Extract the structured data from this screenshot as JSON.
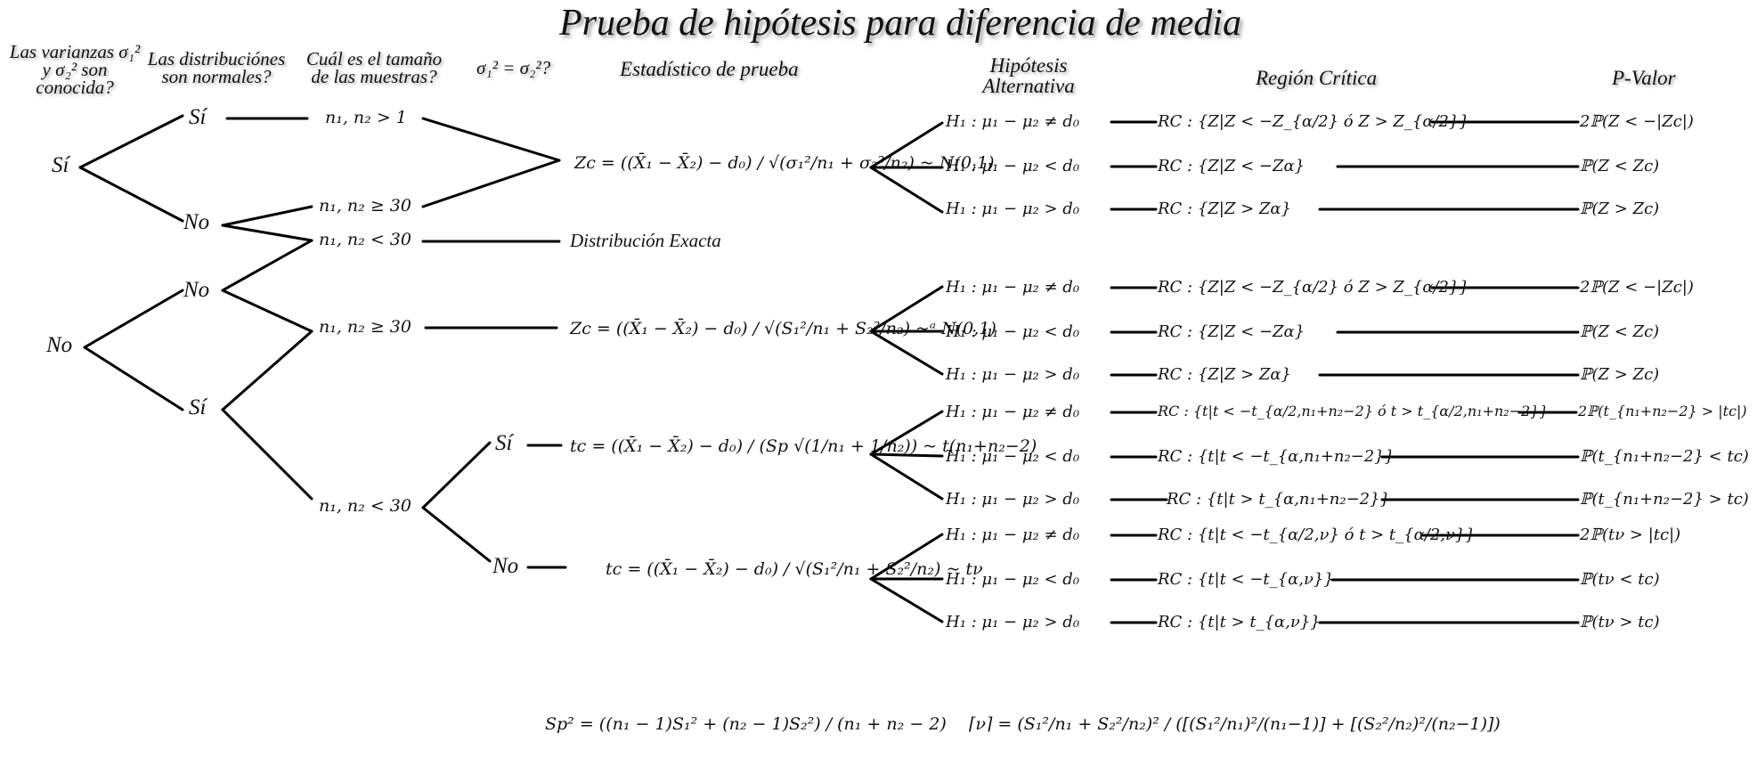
{
  "title": "Prueba de hipótesis para diferencia de media",
  "headers": {
    "varianzas": "Las varianzas σ₁² y σ₂² son conocida?",
    "normales": "Las distribuciónes son normales?",
    "tamano": "Cuál es el tamaño de las muestras?",
    "iguales": "σ₁² = σ₂²?",
    "estadistico": "Estadístico de prueba",
    "hipotesis": "Hipótesis Alternativa",
    "region": "Región Crítica",
    "pvalor": "P-Valor"
  },
  "tree": {
    "known_si": "Sí",
    "known_no": "No",
    "normal_si_si": "Sí",
    "normal_si_no": "No",
    "normal_no_no": "No",
    "normal_no_si": "Sí",
    "cond_gt1": "n₁, n₂ > 1",
    "cond_ge30_a": "n₁, n₂ ≥ 30",
    "cond_lt30_a": "n₁, n₂ < 30",
    "cond_ge30_b": "n₁, n₂ ≥ 30",
    "cond_lt30_b": "n₁, n₂ < 30",
    "eq_si": "Sí",
    "eq_no": "No",
    "exact": "Distribución Exacta"
  },
  "statistics": {
    "z_known": "Zc = ((X̄₁ − X̄₂) − d₀) / √(σ₁²/n₁ + σ₂²/n₂) ~ N(0,1)",
    "z_approx": "Zc = ((X̄₁ − X̄₂) − d₀) / √(S₁²/n₁ + S₂²/n₂) ~ᵃ N(0,1)",
    "t_pooled": "tc = ((X̄₁ − X̄₂) − d₀) / (Sp √(1/n₁ + 1/n₂)) ~ t(n₁+n₂−2)",
    "t_welch": "tc = ((X̄₁ − X̄₂) − d₀) / √(S₁²/n₁ + S₂²/n₂) ~ tν"
  },
  "rows": [
    {
      "hyp": "H₁ : μ₁ − μ₂ ≠ d₀",
      "rc": "RC : {Z|Z < −Z_{α/2} ó Z > Z_{α/2}}",
      "pv": "2ℙ(Z < −|Zc|)"
    },
    {
      "hyp": "H₁ : μ₁ − μ₂ < d₀",
      "rc": "RC : {Z|Z < −Zα}",
      "pv": "ℙ(Z < Zc)"
    },
    {
      "hyp": "H₁ : μ₁ − μ₂ > d₀",
      "rc": "RC : {Z|Z > Zα}",
      "pv": "ℙ(Z > Zc)"
    },
    {
      "hyp": "H₁ : μ₁ − μ₂ ≠ d₀",
      "rc": "RC : {Z|Z < −Z_{α/2} ó Z > Z_{α/2}}",
      "pv": "2ℙ(Z < −|Zc|)"
    },
    {
      "hyp": "H₁ : μ₁ − μ₂ < d₀",
      "rc": "RC : {Z|Z < −Zα}",
      "pv": "ℙ(Z < Zc)"
    },
    {
      "hyp": "H₁ : μ₁ − μ₂ > d₀",
      "rc": "RC : {Z|Z > Zα}",
      "pv": "ℙ(Z > Zc)"
    },
    {
      "hyp": "H₁ : μ₁ − μ₂ ≠ d₀",
      "rc": "RC : {t|t < −t_{α/2,n₁+n₂−2} ó t > t_{α/2,n₁+n₂−2}}",
      "pv": "2ℙ(t_{n₁+n₂−2} > |tc|)"
    },
    {
      "hyp": "H₁ : μ₁ − μ₂ < d₀",
      "rc": "RC : {t|t < −t_{α,n₁+n₂−2}}",
      "pv": "ℙ(t_{n₁+n₂−2} < tc)"
    },
    {
      "hyp": "H₁ : μ₁ − μ₂ > d₀",
      "rc": "RC : {t|t > t_{α,n₁+n₂−2}}",
      "pv": "ℙ(t_{n₁+n₂−2} > tc)"
    },
    {
      "hyp": "H₁ : μ₁ − μ₂ ≠ d₀",
      "rc": "RC : {t|t < −t_{α/2,ν} ó t > t_{α/2,ν}}",
      "pv": "2ℙ(tν > |tc|)"
    },
    {
      "hyp": "H₁ : μ₁ − μ₂ < d₀",
      "rc": "RC : {t|t < −t_{α,ν}}",
      "pv": "ℙ(tν < tc)"
    },
    {
      "hyp": "H₁ : μ₁ − μ₂ > d₀",
      "rc": "RC : {t|t > t_{α,ν}}",
      "pv": "ℙ(tν > tc)"
    }
  ],
  "formulas": {
    "sp": "Sp² = ((n₁ − 1)S₁² + (n₂ − 1)S₂²) / (n₁ + n₂ − 2)",
    "nu": "⌈ν⌉ = (S₁²/n₁ + S₂²/n₂)² / ([(S₁²/n₁)²/(n₁−1)] + [(S₂²/n₂)²/(n₂−1)])"
  }
}
